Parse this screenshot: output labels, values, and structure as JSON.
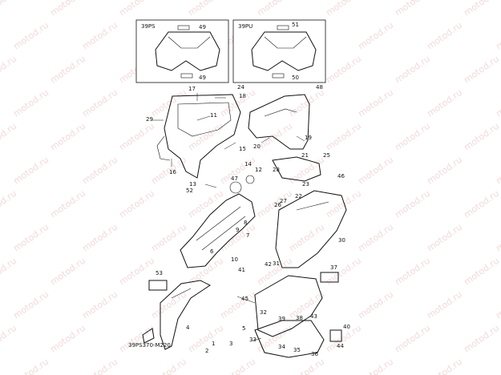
{
  "diagram_code": "39PS370-M220",
  "watermark_text": "motod.ru",
  "insets": [
    {
      "label": "39PS",
      "parts": [
        "49",
        "49"
      ]
    },
    {
      "label": "39PU",
      "parts": [
        "51",
        "50"
      ]
    }
  ],
  "callouts": [
    "1",
    "2",
    "3",
    "4",
    "5",
    "6",
    "7",
    "8",
    "9",
    "10",
    "11",
    "12",
    "13",
    "14",
    "15",
    "16",
    "17",
    "18",
    "19",
    "20",
    "21",
    "22",
    "23",
    "24",
    "25",
    "26",
    "27",
    "28",
    "29",
    "30",
    "31",
    "32",
    "33",
    "34",
    "35",
    "36",
    "37",
    "38",
    "39",
    "40",
    "41",
    "42",
    "43",
    "44",
    "45",
    "46",
    "47",
    "48",
    "52",
    "53"
  ],
  "colors": {
    "ink": "#111111",
    "watermark": "#e7bcbc",
    "background": "#ffffff"
  }
}
